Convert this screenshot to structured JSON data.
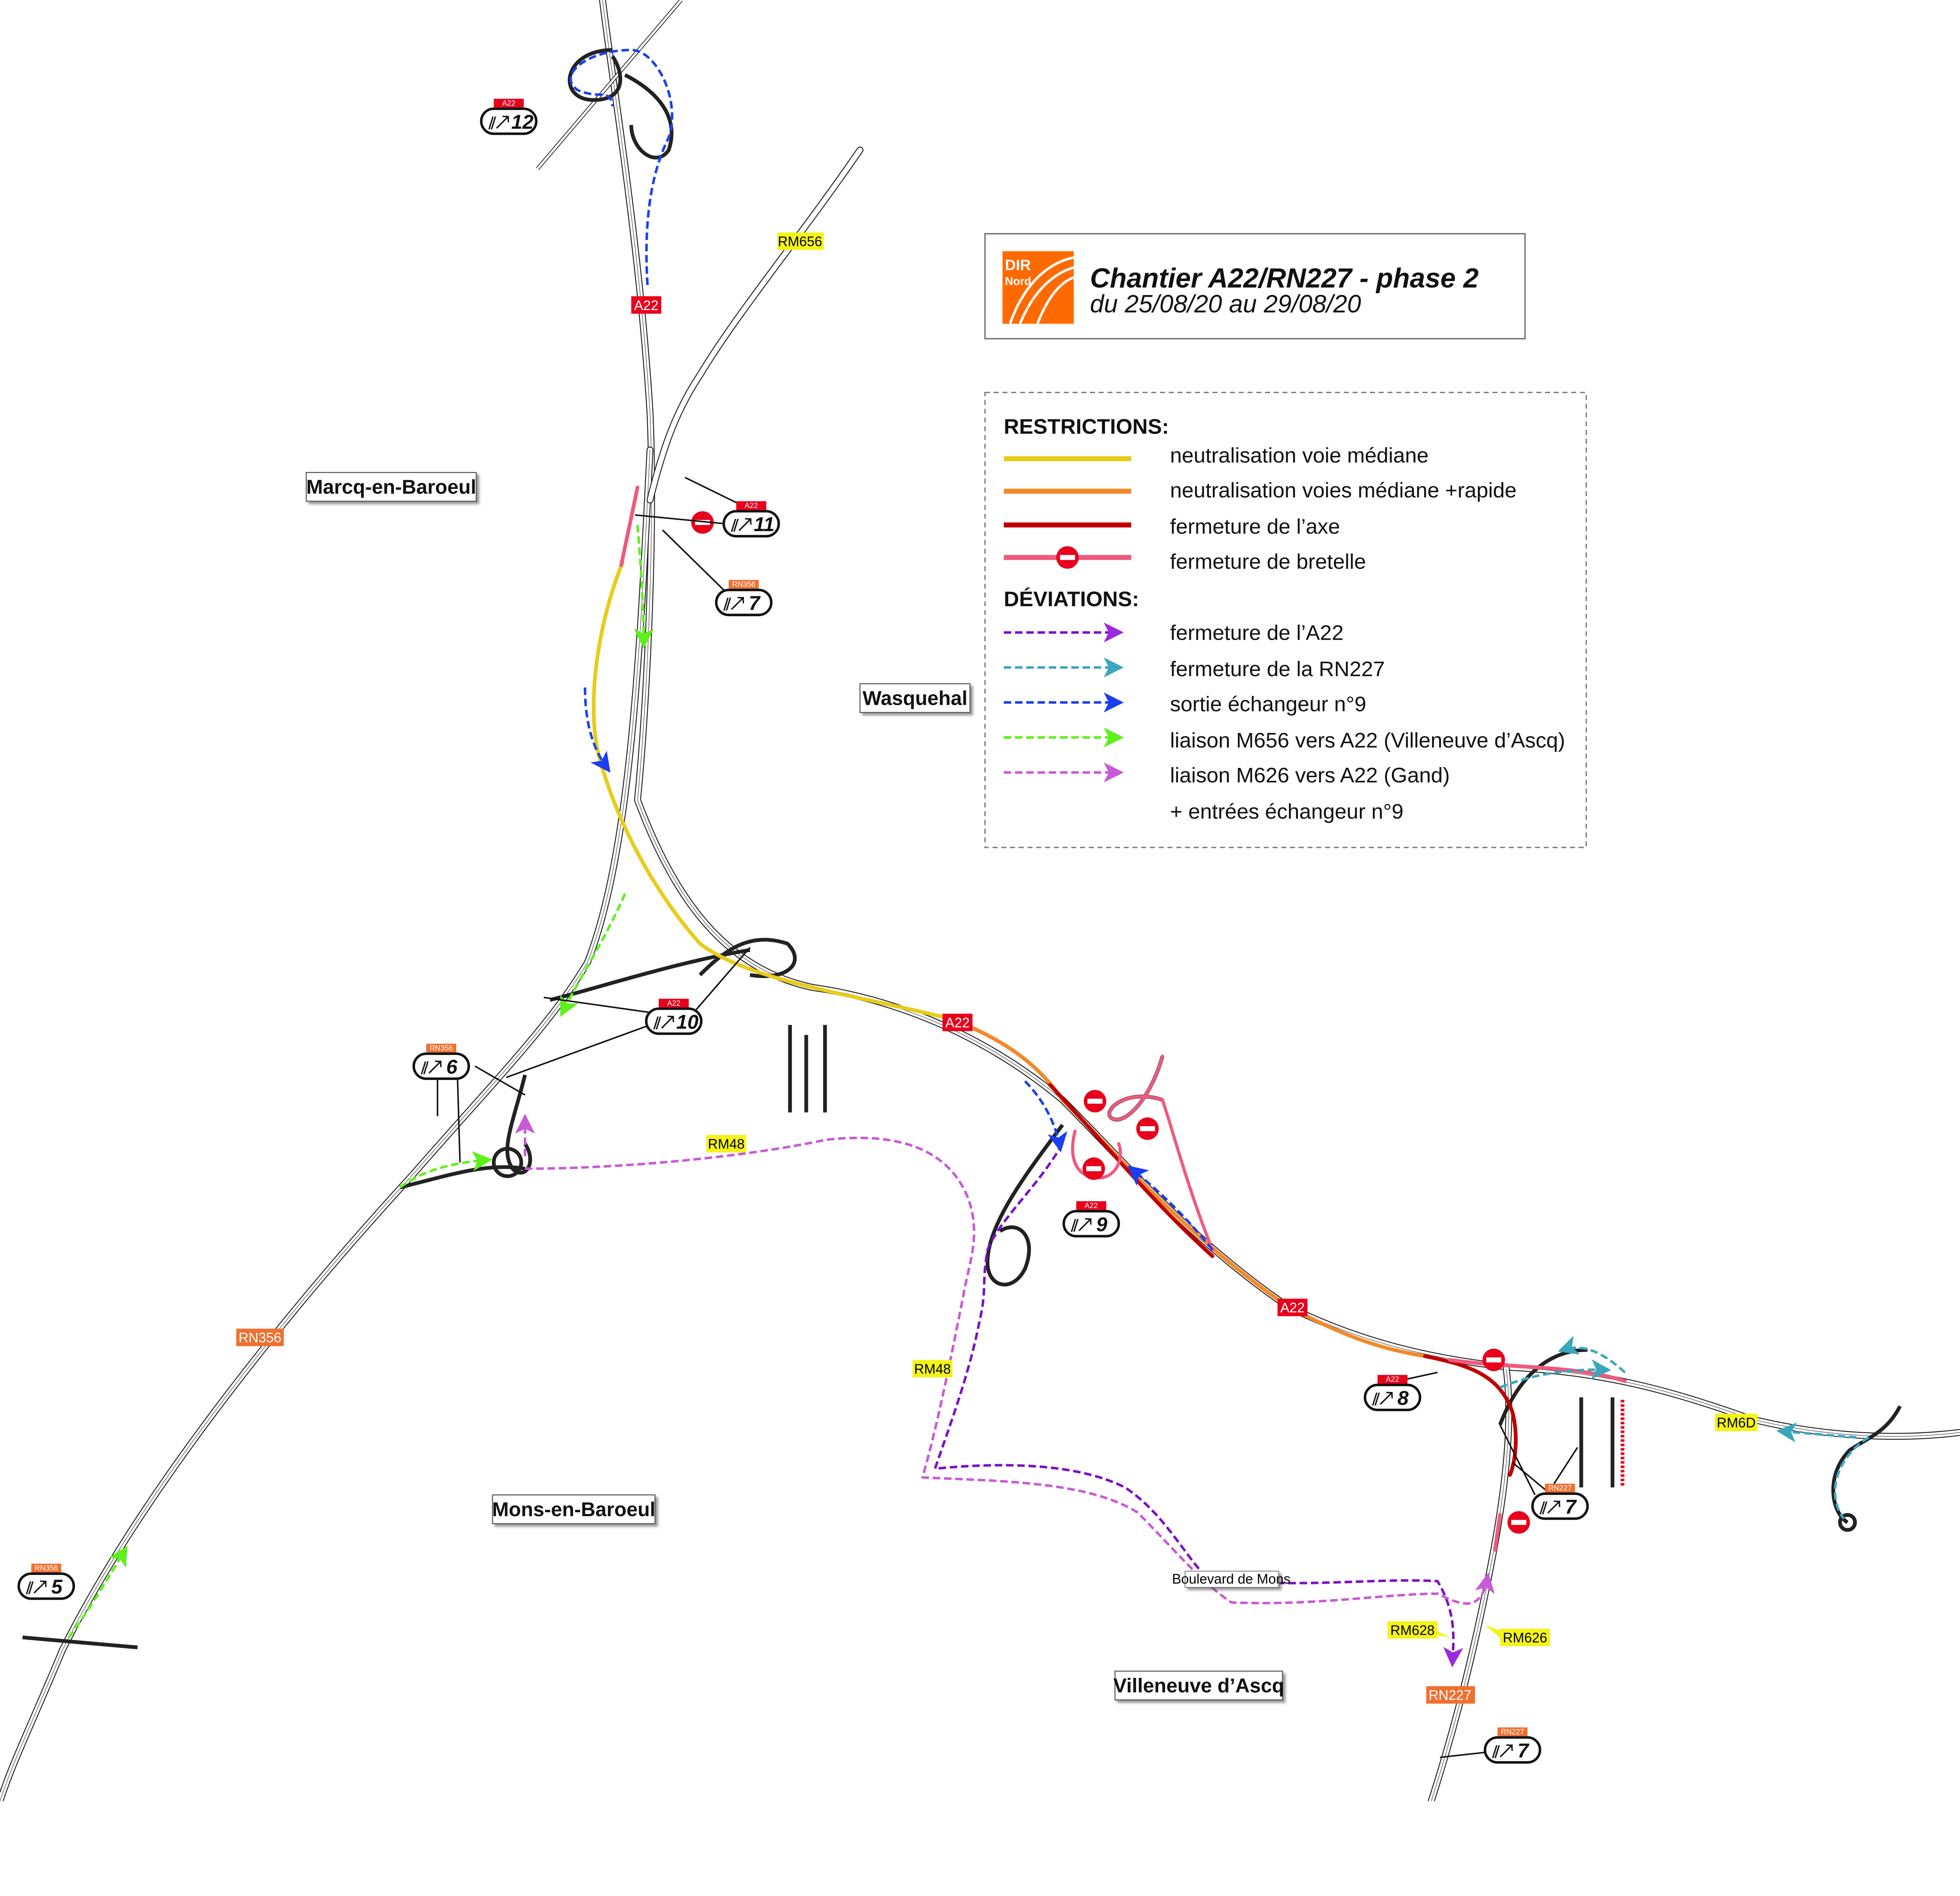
{
  "title": {
    "logo_line1": "DIR",
    "logo_line2": "Nord",
    "heading": "Chantier A22/RN227 - phase 2",
    "dates": "du 25/08/20 au 29/08/20"
  },
  "legend": {
    "restrictions_heading": "RESTRICTIONS:",
    "restrictions": [
      {
        "label": "neutralisation voie médiane",
        "color": "#e8cc1a"
      },
      {
        "label": "neutralisation voies médiane +rapide",
        "color": "#f2892a"
      },
      {
        "label": "fermeture de l’axe",
        "color": "#c00000"
      },
      {
        "label": "fermeture de bretelle",
        "color": "#ef5a7e"
      }
    ],
    "deviations_heading": "DÉVIATIONS:",
    "deviations": [
      {
        "label": "fermeture de l’A22",
        "color": "#7b10c8"
      },
      {
        "label": "fermeture de la RN227",
        "color": "#3aa7bd"
      },
      {
        "label": "sortie échangeur n°9",
        "color": "#1a3ff0"
      },
      {
        "label": "liaison M656 vers A22 (Villeneuve d’Ascq)",
        "color": "#5ef01a"
      },
      {
        "label": "liaison M626 vers A22 (Gand)",
        "color": "#c95ad6"
      }
    ],
    "extra_note": "+ entrées échangeur n°9"
  },
  "towns": [
    "Marcq-en-Baroeul",
    "Wasquehal",
    "Mons-en-Baroeul",
    "Villeneuve d’Ascq"
  ],
  "road_labels": {
    "rm656": "RM656",
    "a22_north": "A22",
    "a22_center": "A22",
    "a22_east": "A22",
    "rn356": "RN356",
    "rm48_a": "RM48",
    "rm48_b": "RM48",
    "rm6d": "RM6D",
    "rm628": "RM628",
    "rm626": "RM626",
    "rn227": "RN227",
    "boulevard": "Boulevard de Mons"
  },
  "exits": [
    {
      "road": "A22",
      "number": "12"
    },
    {
      "road": "A22",
      "number": "11"
    },
    {
      "road": "RN356",
      "number": "7"
    },
    {
      "road": "A22",
      "number": "10"
    },
    {
      "road": "RN356",
      "number": "6"
    },
    {
      "road": "A22",
      "number": "9"
    },
    {
      "road": "A22",
      "number": "8"
    },
    {
      "road": "RN227",
      "number": "7"
    },
    {
      "road": "RN356",
      "number": "5"
    },
    {
      "road": "RN227",
      "number": "7"
    }
  ]
}
